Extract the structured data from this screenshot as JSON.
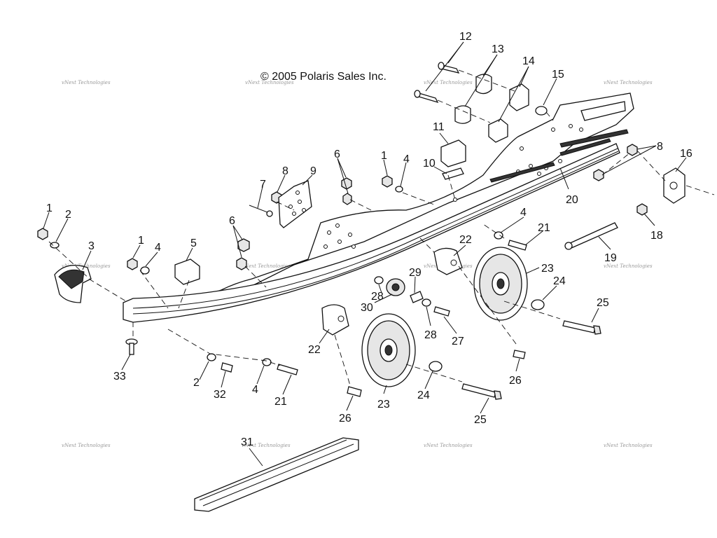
{
  "copyright": "© 2005 Polaris Sales Inc.",
  "watermark_text": "vNext Technologies",
  "callouts": [
    "1",
    "2",
    "3",
    "1",
    "4",
    "5",
    "6",
    "7",
    "8",
    "9",
    "6",
    "1",
    "4",
    "10",
    "11",
    "12",
    "13",
    "14",
    "15",
    "8",
    "16",
    "20",
    "4",
    "21",
    "22",
    "19",
    "18",
    "23",
    "24",
    "25",
    "29",
    "28",
    "30",
    "22",
    "28",
    "27",
    "26",
    "23",
    "24",
    "25",
    "33",
    "2",
    "32",
    "4",
    "21",
    "26",
    "31"
  ]
}
